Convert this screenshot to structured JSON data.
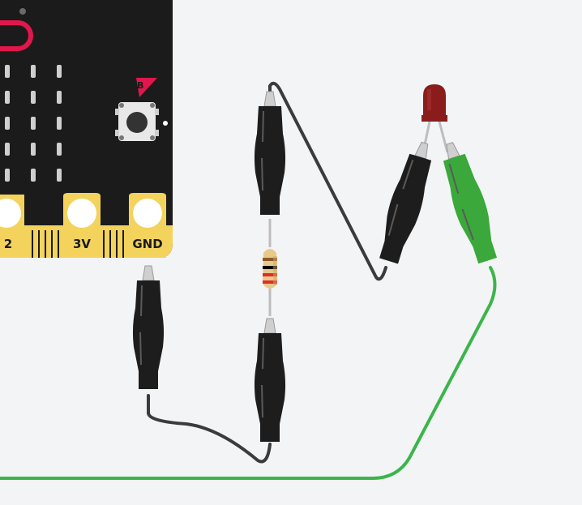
{
  "board": {
    "button_label": "B",
    "pins": [
      {
        "label": "2"
      },
      {
        "label": "3V"
      },
      {
        "label": "GND"
      }
    ]
  },
  "colors": {
    "background": "#f3f4f6",
    "board": "#1b1b1b",
    "pin_gold": "#f3d35c",
    "accent": "#e0174d",
    "clip_black": "#1d1d1d",
    "clip_green": "#3aa83a",
    "wire_black": "#3b3b3b",
    "wire_green": "#3bb54a",
    "led_red": "#8a1c1c"
  },
  "components": [
    "micro:bit",
    "resistor",
    "led",
    "crocodile-clip-black",
    "crocodile-clip-green"
  ]
}
